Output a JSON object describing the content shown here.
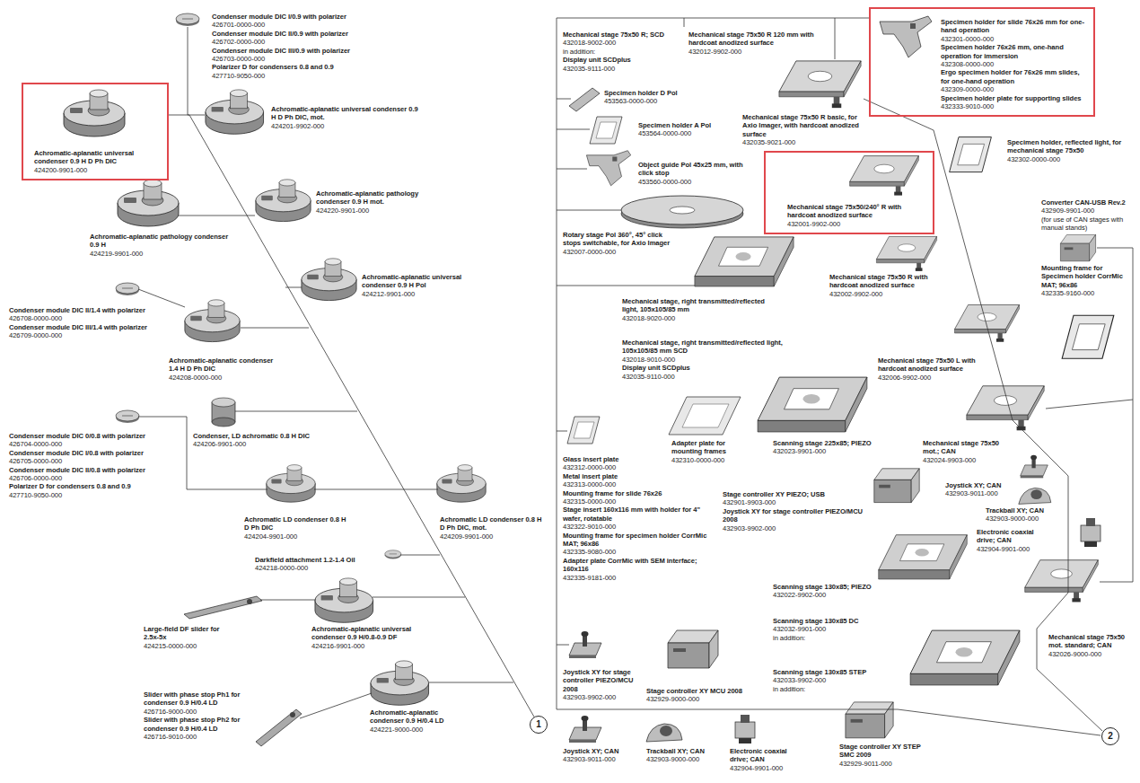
{
  "diagram": {
    "nodes": [
      {
        "text": [
          "Achromatic-aplanatic universal condenser 0.9 H D Ph DIC",
          "424200-9901-000"
        ]
      },
      {
        "text": [
          "Specimen holder for slide 76x26 mm for one-hand operation",
          "432301-0000-000",
          "Specimen holder 76x26 mm, one-hand operation for immersion",
          "432308-0000-000",
          "Ergo specimen holder for 76x26 mm slides, for one-hand operation",
          "432309-0000-000",
          "Specimen holder plate for supporting slides",
          "432333-9010-000"
        ]
      },
      {
        "text": [
          "Mechanical stage 75x50/240° R with hardcoat anodized surface",
          "432001-9902-000"
        ]
      },
      {
        "text": [
          "1"
        ]
      },
      {
        "text": [
          "2"
        ]
      }
    ],
    "edges": [
      {
        "from": 0,
        "to": 3,
        "arrow": "none"
      }
    ],
    "labels": [
      "Condenser module DIC I/0.9 with polarizer",
      "426701-0000-000",
      "Condenser module DIC II/0.9 with polarizer",
      "426702-0000-000",
      "Condenser module DIC III/0.9 with polarizer",
      "426703-0000-000",
      "Polarizer D for condensers 0.8 and 0.9",
      "427710-9050-000",
      "Achromatic-aplanatic universal condenser 0.9 H D Ph DIC, mot.",
      "424201-9902-000",
      "Achromatic-aplanatic pathology condenser 0.9 H",
      "424219-9901-000",
      "Achromatic-aplanatic pathology condenser 0.9 H mot.",
      "424220-9901-000",
      "Achromatic-aplanatic universal condenser 0.9 H Pol",
      "424212-9901-000",
      "Condenser module DIC II/1.4 with polarizer",
      "426708-0000-000",
      "Condenser module DIC III/1.4 with polarizer",
      "426709-0000-000",
      "Achromatic-aplanatic condenser 1.4 H D Ph DIC",
      "424208-0000-000",
      "Condenser module DIC 0/0.8 with polarizer",
      "426704-0000-000",
      "Condenser module DIC I/0.8 with polarizer",
      "426705-0000-000",
      "Condenser module DIC II/0.8 with polarizer",
      "426706-0000-000",
      "Polarizer D for condensers 0.8 and 0.9",
      "427710-9050-000",
      "Condenser, LD achromatic 0.8 H DIC",
      "424206-9901-000",
      "Achromatic LD condenser 0.8 H D Ph DIC",
      "424204-9901-000",
      "Achromatic LD condenser 0.8 H D Ph DIC, mot.",
      "424209-9901-000",
      "Darkfield attachment 1.2-1.4 Oil",
      "424218-0000-000",
      "Large-field DF slider for 2.5x-5x",
      "424215-0000-000",
      "Achromatic-aplanatic universal condenser 0.9 H/0.8-0.9 DF",
      "424216-9901-000",
      "Slider with phase stop Ph1 for condenser 0.9 H/0.4 LD",
      "426716-9000-000",
      "Slider with phase stop Ph2 for condenser 0.9 H/0.4 LD",
      "426716-9010-000",
      "Achromatic-aplanatic condenser 0.9 H/0.4 LD",
      "424221-9000-000",
      "Mechanical stage 75x50 R; SCD",
      "432018-9002-000",
      "in addition:",
      "Display unit SCDplus",
      "432035-9111-000",
      "Mechanical stage 75x50 R 120 mm with hardcoat anodized surface",
      "432012-9902-000",
      "Specimen holder D Pol",
      "453563-0000-000",
      "Specimen holder A Pol",
      "453564-0000-000",
      "Mechanical stage 75x50 R basic, for Axio Imager, with hardcoat anodized surface",
      "432035-9021-000",
      "Object guide Pol 45x25 mm, with click stop",
      "453560-0000-000",
      "Rotary stage Pol 360°, 45° click stops switchable, for Axio Imager",
      "432007-0000-000",
      "Specimen holder, reflected light, for mechanical stage 75x50",
      "432302-0000-000",
      "Converter CAN-USB Rev.2",
      "432909-9901-000",
      "(for use of CAN stages with manual stands)",
      "Mechanical stage 75x50 R with hardcoat anodized surface",
      "432002-9902-000",
      "Mounting frame for Specimen holder CorrMic MAT; 96x86",
      "432335-9160-000",
      "Mechanical stage, right transmitted/reflected light, 105x105/85 mm",
      "432018-9020-000",
      "Mechanical stage, right transmitted/reflected light, 105x105/85 mm SCD",
      "432018-9010-000",
      "Display unit SCDplus",
      "432035-9110-000",
      "Mechanical stage 75x50 L with hardcoat anodized surface",
      "432006-9902-000",
      "Adapter plate for mounting frames",
      "432310-0000-000",
      "Scanning stage 225x85; PIEZO",
      "432023-9901-000",
      "Mechanical stage 75x50 mot.; CAN",
      "432024-9903-000",
      "Glass insert plate",
      "432312-0000-000",
      "Metal insert plate",
      "432313-0000-000",
      "Mounting frame for slide 76x26",
      "432315-0000-000",
      "Stage insert 160x116 mm with holder for 4\" wafer, rotatable",
      "432322-9010-000",
      "Mounting frame for specimen holder CorrMic MAT; 96x86",
      "432335-9080-000",
      "Adapter plate CorrMic with SEM interface; 160x116",
      "432335-9181-000",
      "Stage controller XY PIEZO; USB",
      "432901-9903-000",
      "Joystick XY for stage controller PIEZO/MCU 2008",
      "432903-9902-000",
      "Joystick XY; CAN",
      "432903-9011-000",
      "Trackball XY; CAN",
      "432903-9000-000",
      "Electronic coaxial drive; CAN",
      "432904-9901-000",
      "Scanning stage 130x85; PIEZO",
      "432022-9902-000",
      "Scanning stage 130x85 DC",
      "432032-9901-000",
      "in addition:",
      "Mechanical stage 75x50 mot. standard; CAN",
      "432026-9000-000",
      "Joystick XY for stage controller PIEZO/MCU 2008",
      "432903-9902-000",
      "Scanning stage 130x85 STEP",
      "432033-9902-000",
      "in addition:",
      "Stage controller XY MCU 2008",
      "432929-9000-000",
      "Joystick XY; CAN",
      "432903-9011-000",
      "Trackball XY; CAN",
      "432903-9000-000",
      "Electronic coaxial drive; CAN",
      "432904-9901-000",
      "Stage controller XY STEP SMC 2009",
      "432929-9011-000"
    ]
  }
}
